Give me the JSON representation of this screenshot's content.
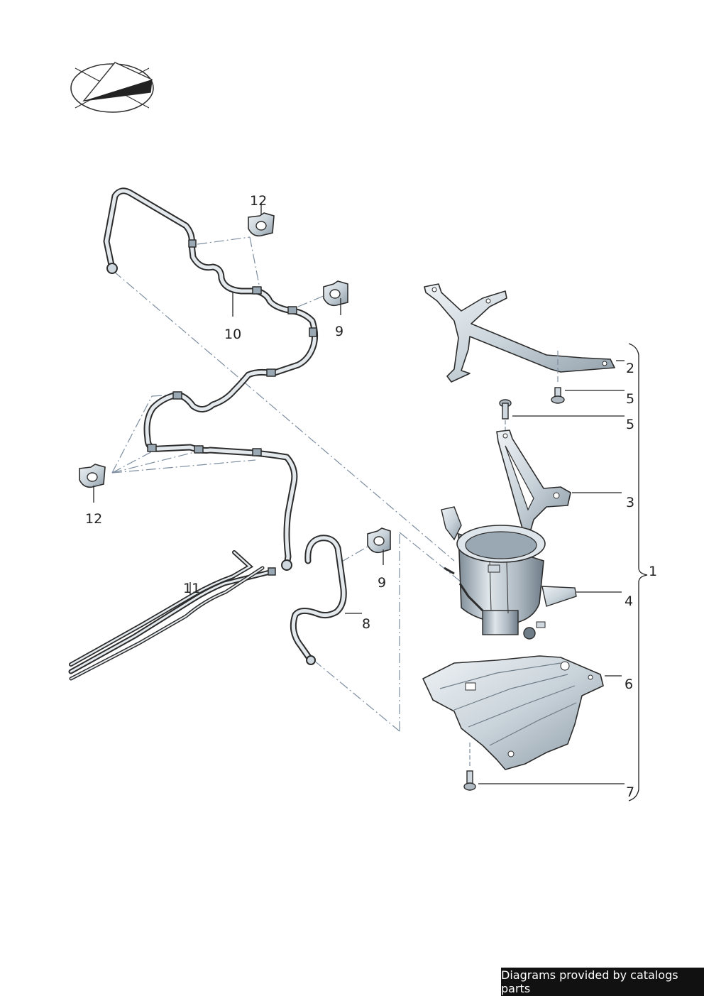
{
  "callouts": {
    "c1": "1",
    "c2": "2",
    "c3": "3",
    "c4": "4",
    "c5a": "5",
    "c5b": "5",
    "c6": "6",
    "c7": "7",
    "c8": "8",
    "c9a": "9",
    "c9b": "9",
    "c10": "10",
    "c11": "11",
    "c12a": "12",
    "c12b": "12"
  },
  "footer": {
    "credit": "Diagrams provided by catalogs parts"
  },
  "icons": {
    "orientation": "compass-arrow-icon"
  },
  "colors": {
    "line": "#333333",
    "part_fill": "#d5dde3",
    "part_shade": "#9aa8b3",
    "leader": "#222222",
    "dash": "#7d8ea0",
    "credit_bg": "#111111"
  }
}
